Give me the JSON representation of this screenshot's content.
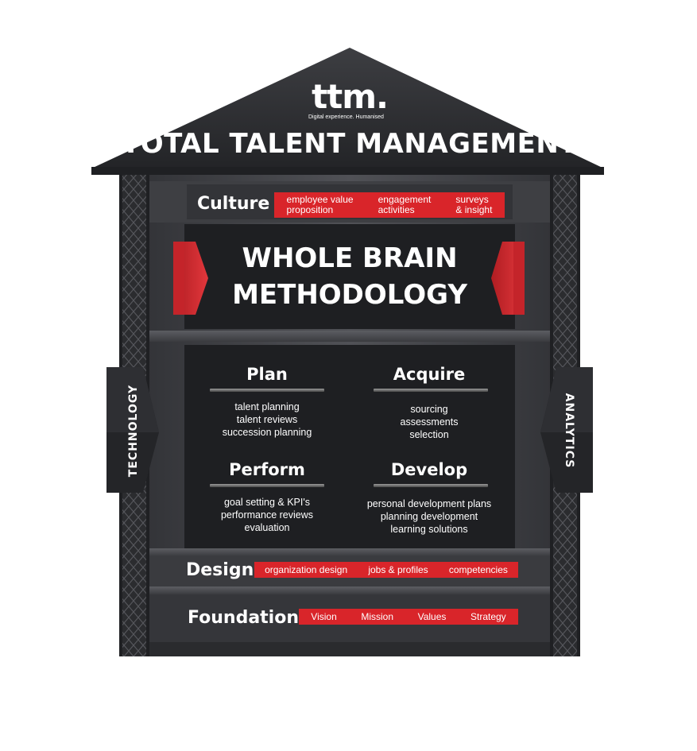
{
  "logo": {
    "word": "ttm.",
    "tagline": "Digital experience. Humanised"
  },
  "roof_title": "TOTAL TALENT MANAGEMENT",
  "culture": {
    "label": "Culture",
    "items": [
      {
        "line1": "employee value",
        "line2": "proposition"
      },
      {
        "line1": "engagement",
        "line2": "activities"
      },
      {
        "line1": "surveys",
        "line2": "& insight"
      }
    ]
  },
  "center": {
    "line1": "WHOLE BRAIN",
    "line2": "METHODOLOGY"
  },
  "quadrants": {
    "plan": {
      "title": "Plan",
      "items": [
        "talent planning",
        "talent reviews",
        "succession planning"
      ]
    },
    "acquire": {
      "title": "Acquire",
      "items": [
        "sourcing",
        "assessments",
        "selection"
      ]
    },
    "perform": {
      "title": "Perform",
      "items": [
        "goal setting & KPI's",
        "performance reviews",
        "evaluation"
      ]
    },
    "develop": {
      "title": "Develop",
      "items": [
        "personal development plans",
        "planning development",
        "learning solutions"
      ]
    }
  },
  "design": {
    "label": "Design",
    "items": [
      "organization design",
      "jobs & profiles",
      "competencies"
    ]
  },
  "foundation": {
    "label": "Foundation",
    "items": [
      "Vision",
      "Mission",
      "Values",
      "Strategy"
    ]
  },
  "sides": {
    "left": "TECHNOLOGY",
    "right": "ANALYTICS"
  },
  "colors": {
    "accent": "#d9252a",
    "dark": "#2a2b2e",
    "panel": "#1e1f22"
  }
}
